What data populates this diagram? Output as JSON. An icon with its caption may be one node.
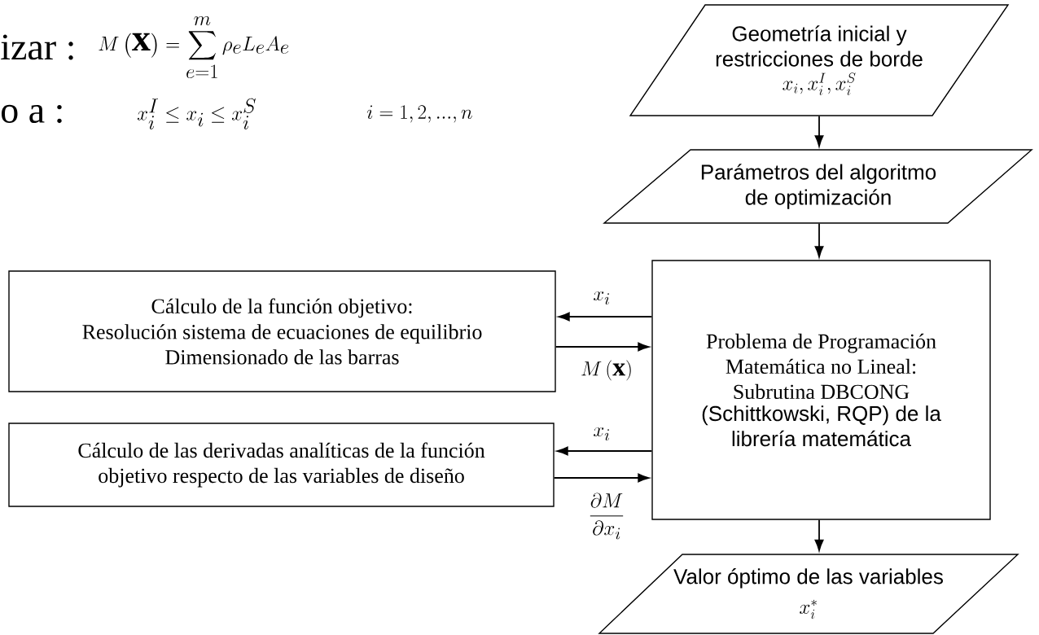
{
  "diagram": {
    "nodes": [
      {
        "text": [
          "Geometría inicial y restricciones de borde",
          "x_i , x_i^{I} , x_i^{S}"
        ]
      },
      {
        "text": [
          "Parámetros del algoritmo de optimización"
        ]
      },
      {
        "text": [
          "Cálculo de la función objetivo:",
          "Resolución sistema de ecuaciones de equilibrio Dimensionado de las barras"
        ]
      },
      {
        "text": [
          "Cálculo de las derivadas analíticas de la función objetivo respecto de las variables de diseño"
        ]
      },
      {
        "text": [
          "Problema de Programación Matemática no Lineal: Subrutina DBCONG",
          "(Schittkowski, RQP) de la librería matemática"
        ]
      },
      {
        "text": [
          "Valor óptimo de las variables",
          "x_i^{*}"
        ]
      }
    ],
    "edges": [
      {
        "from": 0,
        "to": 1,
        "arrow": "to"
      },
      {
        "from": 1,
        "to": 4,
        "arrow": "to"
      },
      {
        "from": 4,
        "to": 2,
        "arrow": "to",
        "label": "x_i"
      },
      {
        "from": 2,
        "to": 4,
        "arrow": "to",
        "label": "M\\left(\\mathbf{x}\\right)"
      },
      {
        "from": 4,
        "to": 3,
        "arrow": "to",
        "label": "x_i"
      },
      {
        "from": 3,
        "to": 4,
        "arrow": "to",
        "label": "\\dfrac{\\partial M}{\\partial x_i}"
      },
      {
        "from": 4,
        "to": 5,
        "arrow": "to"
      }
    ],
    "labels": [
      "izar :",
      "M\\left(\\mathbf{x}\\right)=\\sum_{e=1}^{m}\\rho_e L_e A_e",
      "o a :",
      "x_i^{I}\\le x_i\\le x_i^{S}",
      "i=1,2,...,n"
    ]
  }
}
